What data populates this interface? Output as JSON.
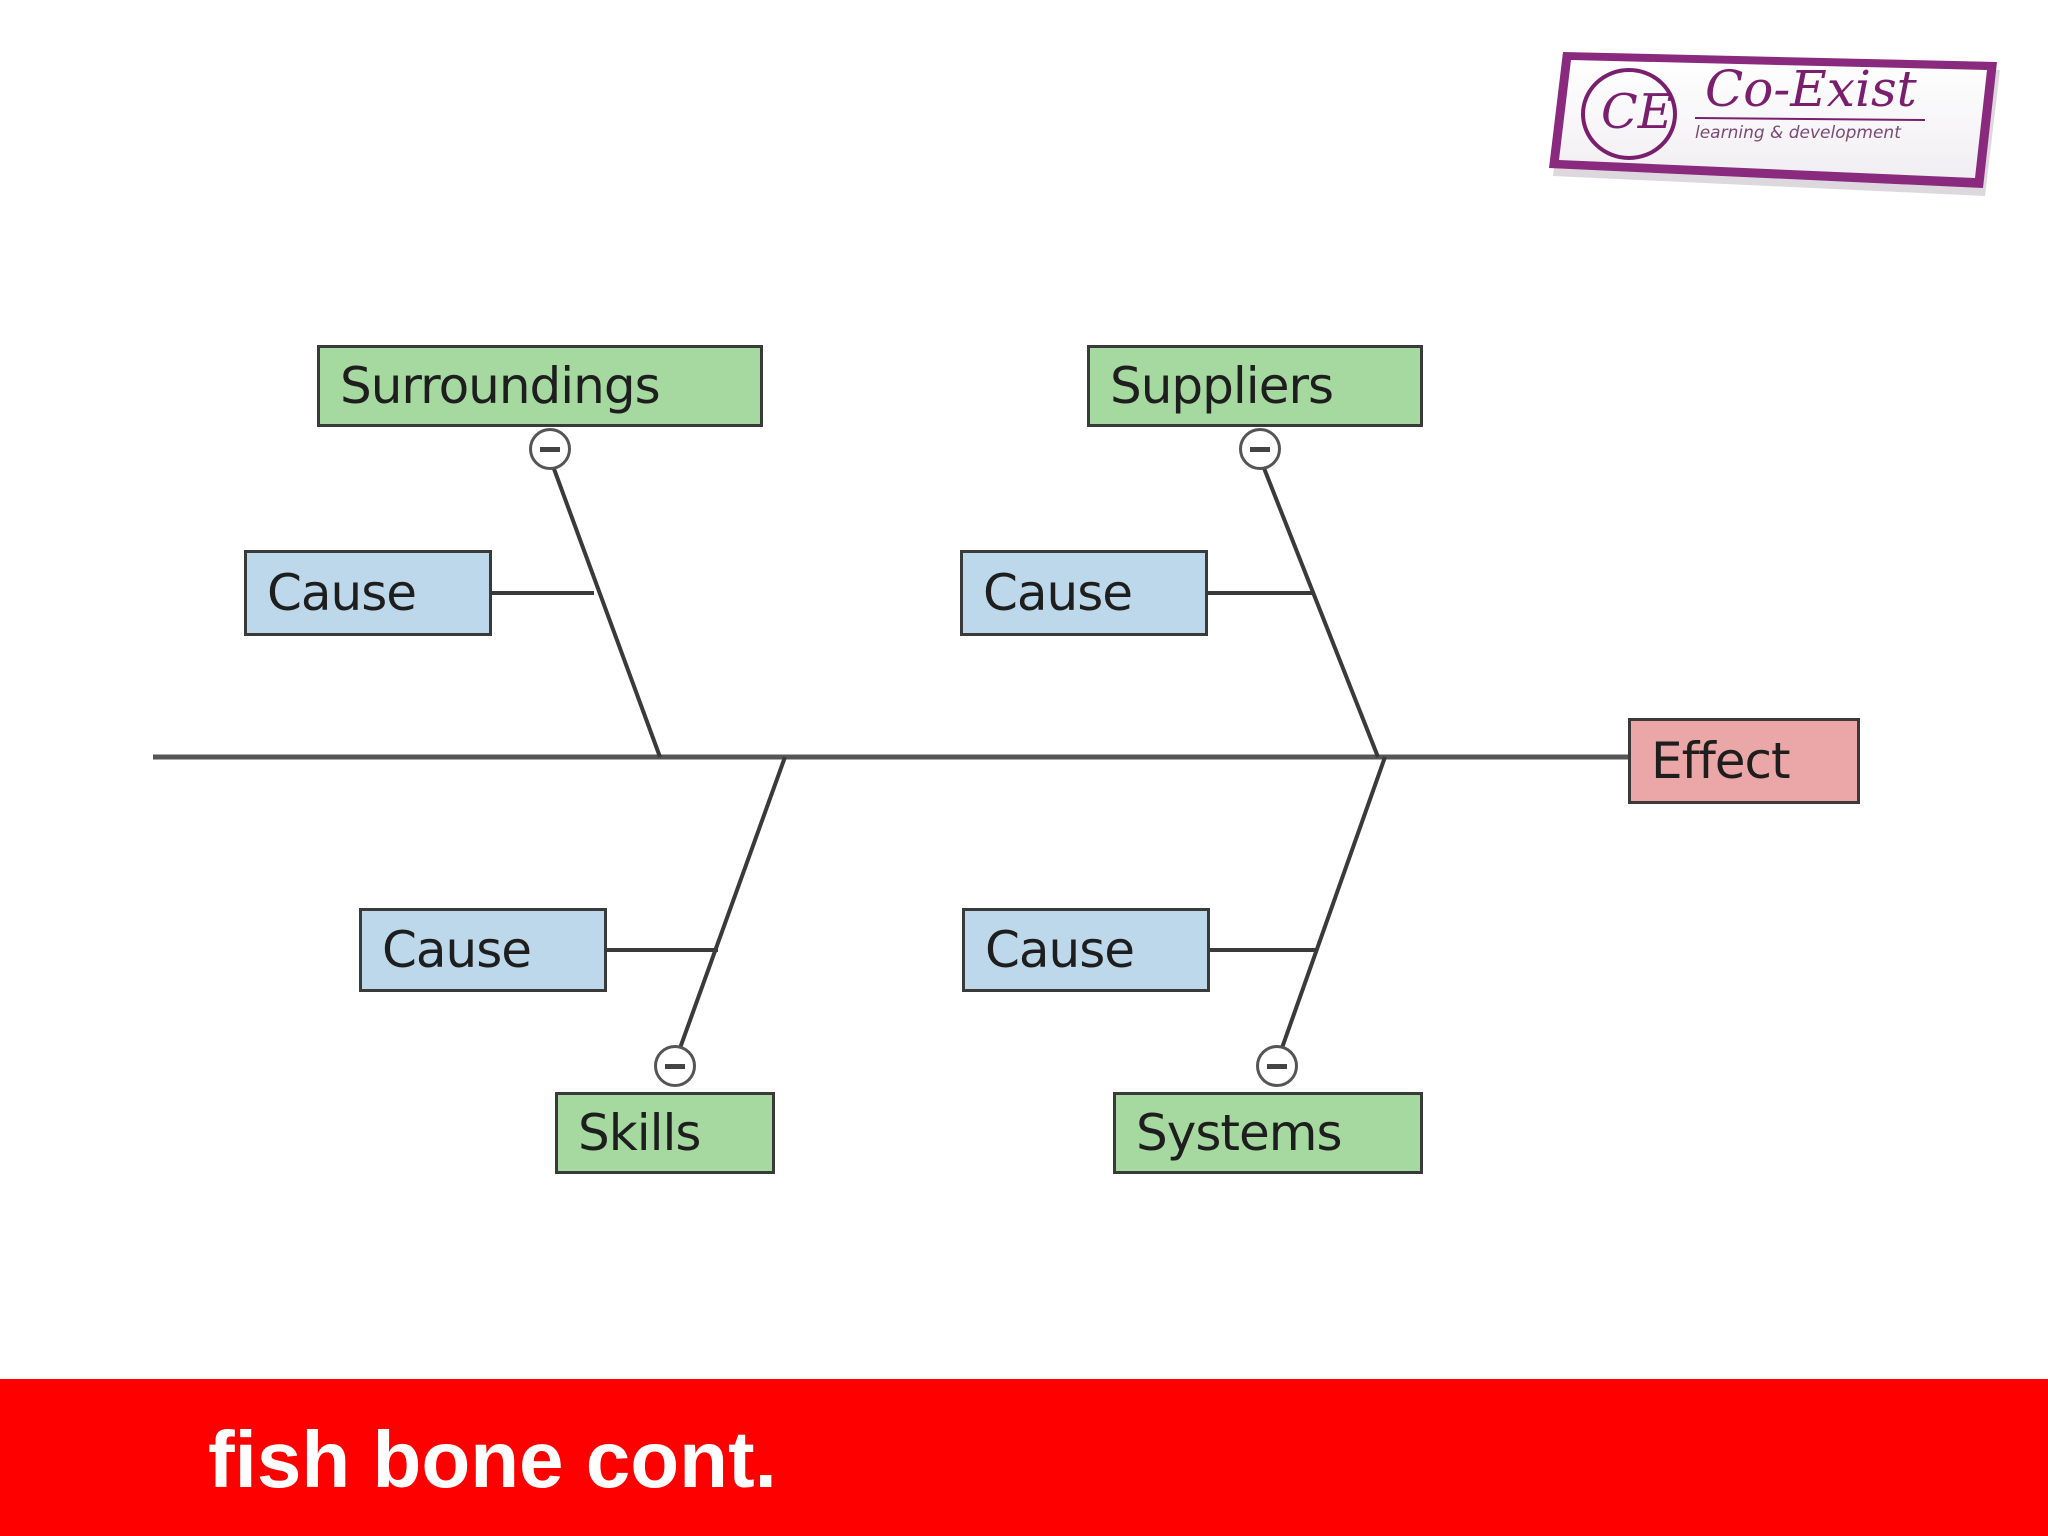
{
  "logo": {
    "monogram": "CE",
    "name": "Co-Exist",
    "tagline": "learning & development",
    "colors": {
      "primary": "#7a1f6e",
      "border": "#a64d9a"
    }
  },
  "diagram": {
    "categories": {
      "top_left": "Surroundings",
      "top_right": "Suppliers",
      "bottom_left": "Skills",
      "bottom_right": "Systems"
    },
    "causes": {
      "top_left": "Cause",
      "top_right": "Cause",
      "bottom_left": "Cause",
      "bottom_right": "Cause"
    },
    "effect": "Effect",
    "colors": {
      "category": "#a6d9a0",
      "cause": "#bcd8ea",
      "effect": "#eba7a7"
    }
  },
  "title": "fish bone cont.",
  "colors": {
    "title_band": "#ff0000",
    "title_text": "#ffffff"
  }
}
